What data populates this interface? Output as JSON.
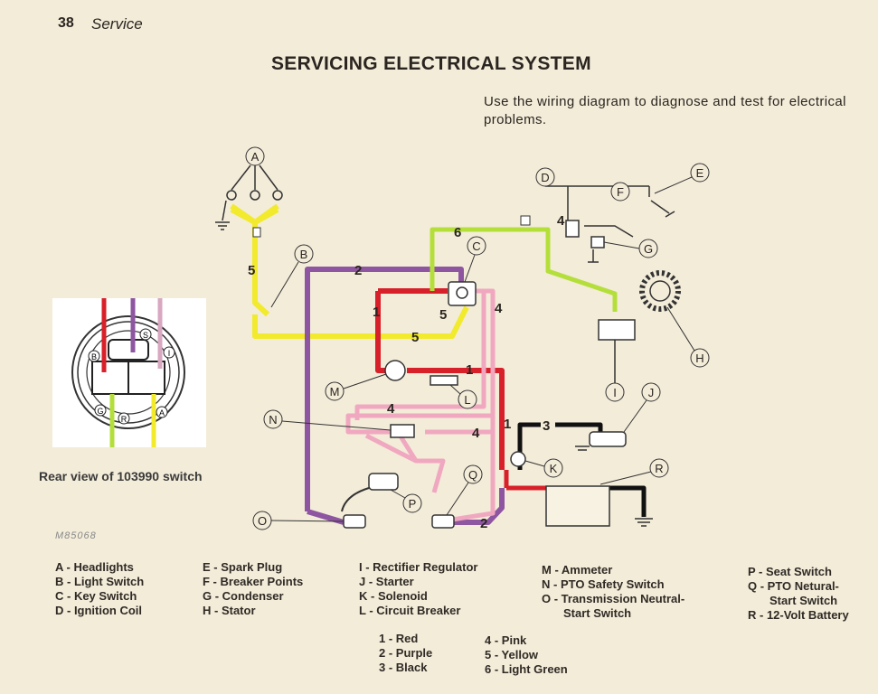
{
  "header": {
    "page_number": "38",
    "section": "Service"
  },
  "title": "SERVICING ELECTRICAL SYSTEM",
  "intro": "Use the wiring diagram to diagnose and test for electrical problems.",
  "inset": {
    "caption": "Rear  view of 103990 switch",
    "terminals": [
      "S",
      "B",
      "I",
      "G",
      "R",
      "A"
    ]
  },
  "stamp": "M85068",
  "components": [
    {
      "key": "A",
      "label": "A - Headlights"
    },
    {
      "key": "B",
      "label": "B - Light Switch"
    },
    {
      "key": "C",
      "label": "C - Key Switch"
    },
    {
      "key": "D",
      "label": "D - Ignition Coil"
    },
    {
      "key": "E",
      "label": "E - Spark Plug"
    },
    {
      "key": "F",
      "label": "F - Breaker Points"
    },
    {
      "key": "G",
      "label": "G - Condenser"
    },
    {
      "key": "H",
      "label": "H - Stator"
    },
    {
      "key": "I",
      "label": "I  - Rectifier Regulator"
    },
    {
      "key": "J",
      "label": "J  - Starter"
    },
    {
      "key": "K",
      "label": "K - Solenoid"
    },
    {
      "key": "L",
      "label": "L - Circuit Breaker"
    },
    {
      "key": "M",
      "label": "M - Ammeter"
    },
    {
      "key": "N",
      "label": "N - PTO Safety Switch"
    },
    {
      "key": "O",
      "label": "O - Transmission Neutral-"
    },
    {
      "key": "O2",
      "label": "Start Switch"
    },
    {
      "key": "P",
      "label": "P - Seat Switch"
    },
    {
      "key": "Q",
      "label": "Q - PTO Netural-"
    },
    {
      "key": "Q2",
      "label": "Start Switch"
    },
    {
      "key": "R",
      "label": "R - 12-Volt Battery"
    }
  ],
  "wire_colors": [
    {
      "num": "1",
      "label": "1 - Red",
      "color": "#d8202a"
    },
    {
      "num": "2",
      "label": "2 - Purple",
      "color": "#7a3f8a"
    },
    {
      "num": "3",
      "label": "3 - Black",
      "color": "#111111"
    },
    {
      "num": "4",
      "label": "4 - Pink",
      "color": "#f0a8c0"
    },
    {
      "num": "5",
      "label": "5 - Yellow",
      "color": "#f2ea2c"
    },
    {
      "num": "6",
      "label": "6 - Light Green",
      "color": "#a6d42c"
    }
  ]
}
